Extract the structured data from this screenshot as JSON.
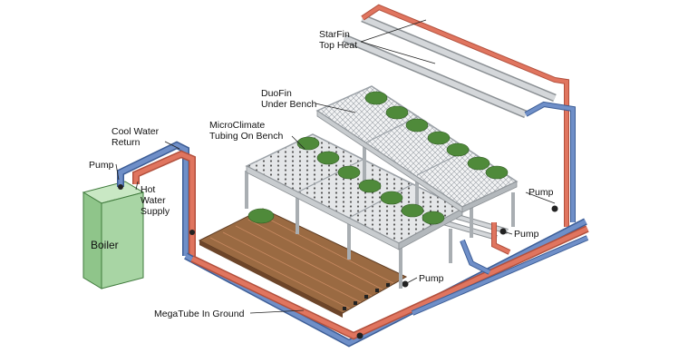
{
  "labels": {
    "starfin_line1": "StarFin",
    "starfin_line2": "Top Heat",
    "duofin_line1": "DuoFin",
    "duofin_line2": "Under Bench",
    "microclimate_line1": "MicroClimate",
    "microclimate_line2": "Tubing On Bench",
    "cool_line1": "Cool Water",
    "cool_line2": "Return",
    "hot_line1": "Hot",
    "hot_line2": "Water",
    "hot_line3": "Supply",
    "pump": "Pump",
    "boiler": "Boiler",
    "megatube": "MegaTube In Ground"
  },
  "colors": {
    "hot_pipe": "#e0755f",
    "cool_pipe": "#6f8fc8",
    "boiler": "#a8d5a4",
    "ground_bed": "#9a6a42",
    "bench_frame": "#c8cccf",
    "plant": "#4f8a3a"
  }
}
